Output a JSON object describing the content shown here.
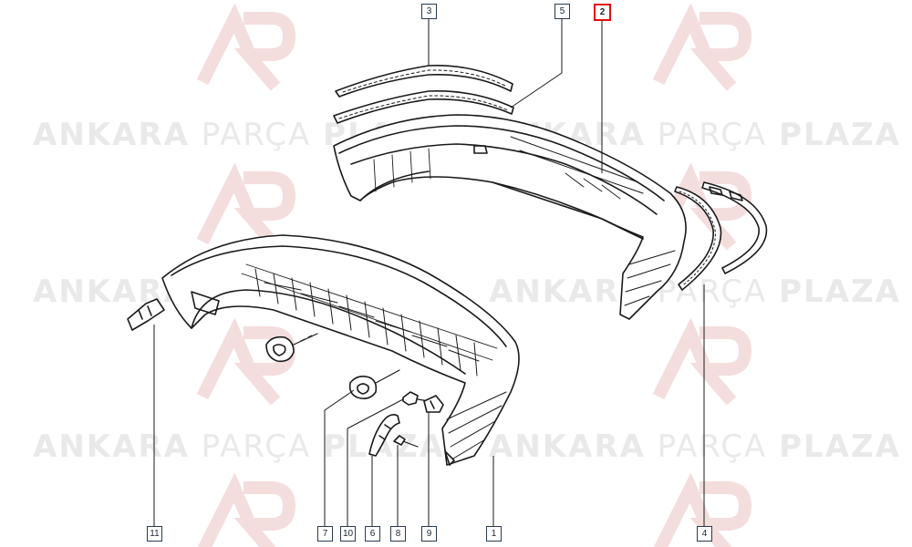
{
  "watermark": {
    "word1": "ANKARA",
    "word2": "PARÇA",
    "word3": "PLAZA",
    "logo_text": "AP"
  },
  "callouts": {
    "c1": "1",
    "c2": "2",
    "c3": "3",
    "c4": "4",
    "c5": "5",
    "c6": "6",
    "c7": "7",
    "c8": "8",
    "c9": "9",
    "c10": "10",
    "c11": "11"
  },
  "highlight_color": "#e01010",
  "line_color": "#1a1a1a"
}
